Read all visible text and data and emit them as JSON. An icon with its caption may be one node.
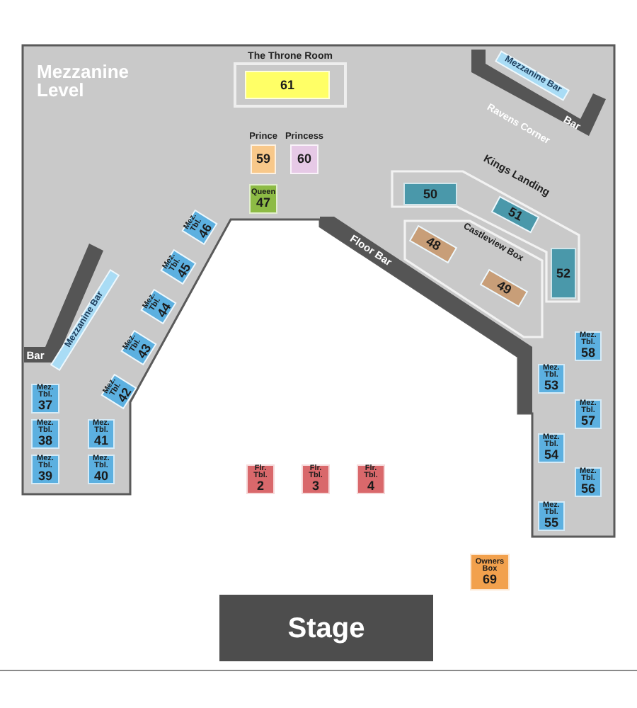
{
  "diagram": {
    "nodes": [
      {
        "text": [
          "Mezzanine Level"
        ]
      },
      {
        "text": [
          "The Throne Room"
        ],
        "in": 0
      },
      {
        "text": [
          "61"
        ],
        "in": 1
      },
      {
        "text": [
          "Bar"
        ],
        "in": 0
      },
      {
        "text": [
          "Mezzanine Bar"
        ],
        "in": 0
      },
      {
        "text": [
          "Prince",
          "59"
        ],
        "in": 0
      },
      {
        "text": [
          "Princess",
          "60"
        ],
        "in": 0
      },
      {
        "text": [
          "Queen",
          "47"
        ],
        "in": 0
      },
      {
        "text": [
          "Kings Landing"
        ],
        "in": 0
      },
      {
        "text": [
          "50"
        ],
        "in": 8
      },
      {
        "text": [
          "51"
        ],
        "in": 8
      },
      {
        "text": [
          "52"
        ],
        "in": 8
      },
      {
        "text": [
          "Castleview Box"
        ],
        "in": 0
      },
      {
        "text": [
          "48"
        ],
        "in": 12
      },
      {
        "text": [
          "49"
        ],
        "in": 12
      },
      {
        "text": [
          "Mez. Tbl.",
          "46"
        ],
        "in": 0
      },
      {
        "text": [
          "Floor Bar"
        ],
        "in": 0
      },
      {
        "text": [
          "Mez. Tbl.",
          "45"
        ],
        "in": 0
      },
      {
        "text": [
          "Bar"
        ],
        "in": 0
      },
      {
        "text": [
          "Mezzanine Bar"
        ],
        "in": 0
      },
      {
        "text": [
          "Mez. Tbl.",
          "44"
        ],
        "in": 0
      },
      {
        "text": [
          "Mez. Tbl.",
          "43"
        ],
        "in": 0
      },
      {
        "text": [
          "Mez. Tbl.",
          "42"
        ],
        "in": 0
      },
      {
        "text": [
          "Mez. Tbl.",
          "58"
        ],
        "in": 0
      },
      {
        "text": [
          "Mez. Tbl.",
          "53"
        ],
        "in": 0
      },
      {
        "text": [
          "Mez. Tbl.",
          "37"
        ],
        "in": 0
      },
      {
        "text": [
          "Mez. Tbl.",
          "57"
        ],
        "in": 0
      },
      {
        "text": [
          "Mez. Tbl.",
          "54"
        ],
        "in": 0
      },
      {
        "text": [
          "Mez. Tbl.",
          "38"
        ],
        "in": 0
      },
      {
        "text": [
          "Mez. Tbl.",
          "41"
        ],
        "in": 0
      },
      {
        "text": [
          "Mez. Tbl.",
          "56"
        ],
        "in": 0
      },
      {
        "text": [
          "Mez. Tbl.",
          "39"
        ],
        "in": 0
      },
      {
        "text": [
          "Mez. Tbl.",
          "40"
        ],
        "in": 0
      },
      {
        "text": [
          "Mez. Tbl.",
          "55"
        ],
        "in": 0
      },
      {
        "text": [
          "Flr. Tbl.",
          "2"
        ]
      },
      {
        "text": [
          "Flr. Tbl.",
          "3"
        ]
      },
      {
        "text": [
          "Flr. Tbl.",
          "4"
        ]
      },
      {
        "text": [
          "Owners Box",
          "69"
        ]
      },
      {
        "text": [
          "Stage"
        ]
      }
    ],
    "labels": [
      "Ravens Corner"
    ]
  }
}
